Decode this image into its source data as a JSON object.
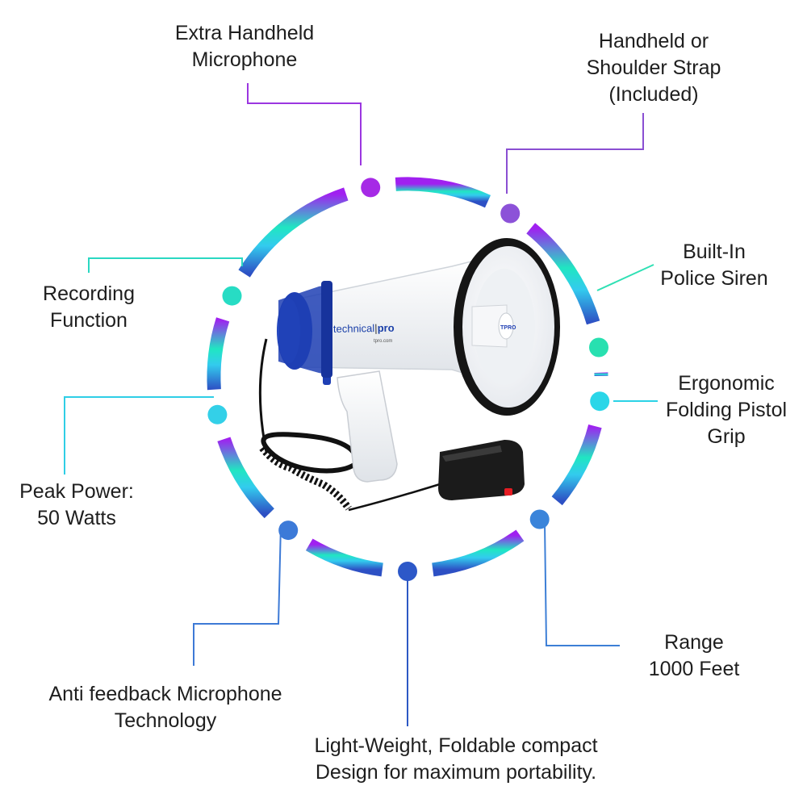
{
  "features": [
    {
      "id": "extra-mic",
      "lines": [
        "Extra Handheld",
        "Microphone"
      ],
      "color": "#8a2be2"
    },
    {
      "id": "strap",
      "lines": [
        "Handheld or",
        "Shoulder Strap",
        "(Included)"
      ],
      "color": "#8a3fd6"
    },
    {
      "id": "siren",
      "lines": [
        "Built-In",
        "Police Siren"
      ],
      "color": "#2be0b0"
    },
    {
      "id": "grip",
      "lines": [
        "Ergonomic",
        "Folding Pistol",
        "Grip"
      ],
      "color": "#29d3e6"
    },
    {
      "id": "range",
      "lines": [
        "Range",
        "1000 Feet"
      ],
      "color": "#3a7fd8"
    },
    {
      "id": "lightweight",
      "lines": [
        "Light-Weight, Foldable compact",
        "Design for maximum portability."
      ],
      "color": "#2e5cc8"
    },
    {
      "id": "anti-feedback",
      "lines": [
        "Anti feedback Microphone",
        "Technology"
      ],
      "color": "#3c78d6"
    },
    {
      "id": "peak-power",
      "lines": [
        "Peak Power:",
        "50 Watts"
      ],
      "color": "#35c6e6"
    },
    {
      "id": "recording",
      "lines": [
        "Recording",
        "Function"
      ],
      "color": "#2ed9c4"
    }
  ],
  "product": {
    "brand_main": "technical",
    "brand_accent": "pro",
    "brand_sub": "tpro.com",
    "horn_badge": "TPRO"
  },
  "colors": {
    "ring_top": "#a020f0",
    "ring_mid": "#20e8c0",
    "ring_lower": "#30c8f0",
    "ring_bottom": "#2d55c8",
    "megaphone_blue": "#1f3fb4",
    "megaphone_white": "#f4f6f8",
    "rim_black": "#151515"
  }
}
